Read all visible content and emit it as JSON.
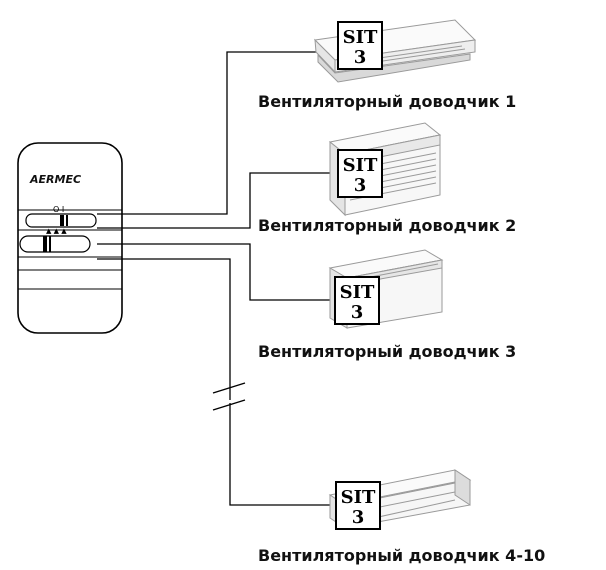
{
  "controller": {
    "brand": "AERMEC",
    "switch_symbols": "O  I",
    "speed_symbols": "▲ ▲ ▲"
  },
  "units": [
    {
      "label": "Вентиляторный доводчик 1",
      "module_line1": "SIT",
      "module_line2": "3"
    },
    {
      "label": "Вентиляторный доводчик 2",
      "module_line1": "SIT",
      "module_line2": "3"
    },
    {
      "label": "Вентиляторный доводчик 3",
      "module_line1": "SIT",
      "module_line2": "3"
    },
    {
      "label": "Вентиляторный доводчик 4-10",
      "module_line1": "SIT",
      "module_line2": "3"
    }
  ]
}
